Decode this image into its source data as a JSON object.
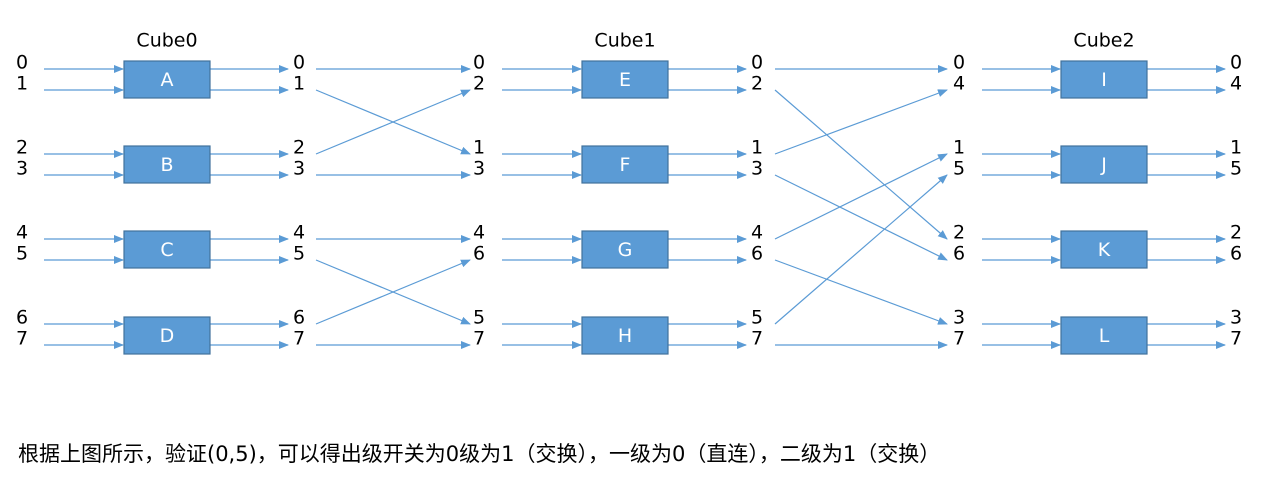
{
  "colors": {
    "box_fill": "#5b9bd5",
    "box_stroke": "#41719c",
    "line": "#5b9bd5",
    "text": "#000000",
    "box_text": "#ffffff"
  },
  "stages": [
    {
      "title": "Cube0",
      "boxes": [
        "A",
        "B",
        "C",
        "D"
      ],
      "in_labels": [
        "0",
        "1",
        "2",
        "3",
        "4",
        "5",
        "6",
        "7"
      ],
      "out_labels": [
        "0",
        "1",
        "2",
        "3",
        "4",
        "5",
        "6",
        "7"
      ]
    },
    {
      "title": "Cube1",
      "boxes": [
        "E",
        "F",
        "G",
        "H"
      ],
      "in_labels": [
        "0",
        "2",
        "1",
        "3",
        "4",
        "6",
        "5",
        "7"
      ],
      "out_labels": [
        "0",
        "2",
        "1",
        "3",
        "4",
        "6",
        "5",
        "7"
      ]
    },
    {
      "title": "Cube2",
      "boxes": [
        "I",
        "J",
        "K",
        "L"
      ],
      "in_labels": [
        "0",
        "4",
        "1",
        "5",
        "2",
        "6",
        "3",
        "7"
      ],
      "out_labels": [
        "0",
        "4",
        "1",
        "5",
        "2",
        "6",
        "3",
        "7"
      ]
    }
  ],
  "interconnects": [
    {
      "from_labels": [
        "0",
        "1",
        "2",
        "3",
        "4",
        "5",
        "6",
        "7"
      ],
      "to_labels": [
        "0",
        "2",
        "1",
        "3",
        "4",
        "6",
        "5",
        "7"
      ]
    },
    {
      "from_labels": [
        "0",
        "2",
        "1",
        "3",
        "4",
        "6",
        "5",
        "7"
      ],
      "to_labels": [
        "0",
        "4",
        "1",
        "5",
        "2",
        "6",
        "3",
        "7"
      ]
    }
  ],
  "caption": "根据上图所示，验证(0,5)，可以得出级开关为0级为1（交换），一级为0（直连），二级为1（交换）"
}
